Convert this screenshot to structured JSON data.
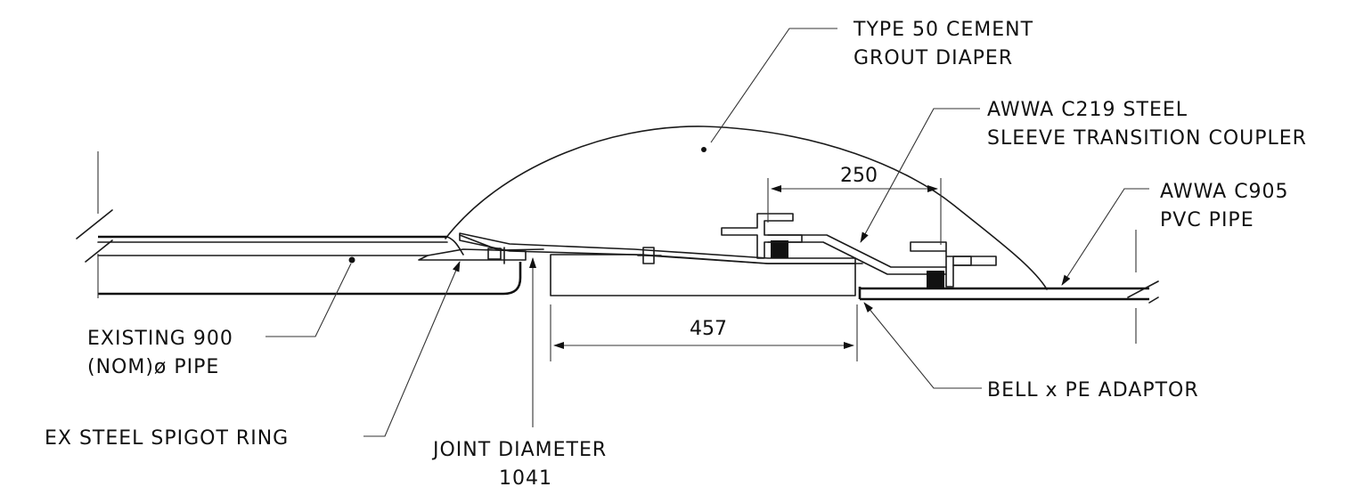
{
  "labels": {
    "grout_line1": "TYPE 50 CEMENT",
    "grout_line2": "GROUT DIAPER",
    "coupler_line1": "AWWA C219 STEEL",
    "coupler_line2": "SLEEVE TRANSITION COUPLER",
    "pvc_line1": "AWWA C905",
    "pvc_line2": "PVC PIPE",
    "existing_line1": "EXISTING 900",
    "existing_line2": "(NOM)ø PIPE",
    "adaptor": "BELL x PE ADAPTOR",
    "spigot": "EX STEEL SPIGOT RING",
    "joint_line1": "JOINT DIAMETER",
    "joint_line2": "1041"
  },
  "dimensions": {
    "coupler_width": "250",
    "adaptor_length": "457"
  },
  "colors": {
    "line": "#1a1a1a",
    "background": "#ffffff"
  }
}
